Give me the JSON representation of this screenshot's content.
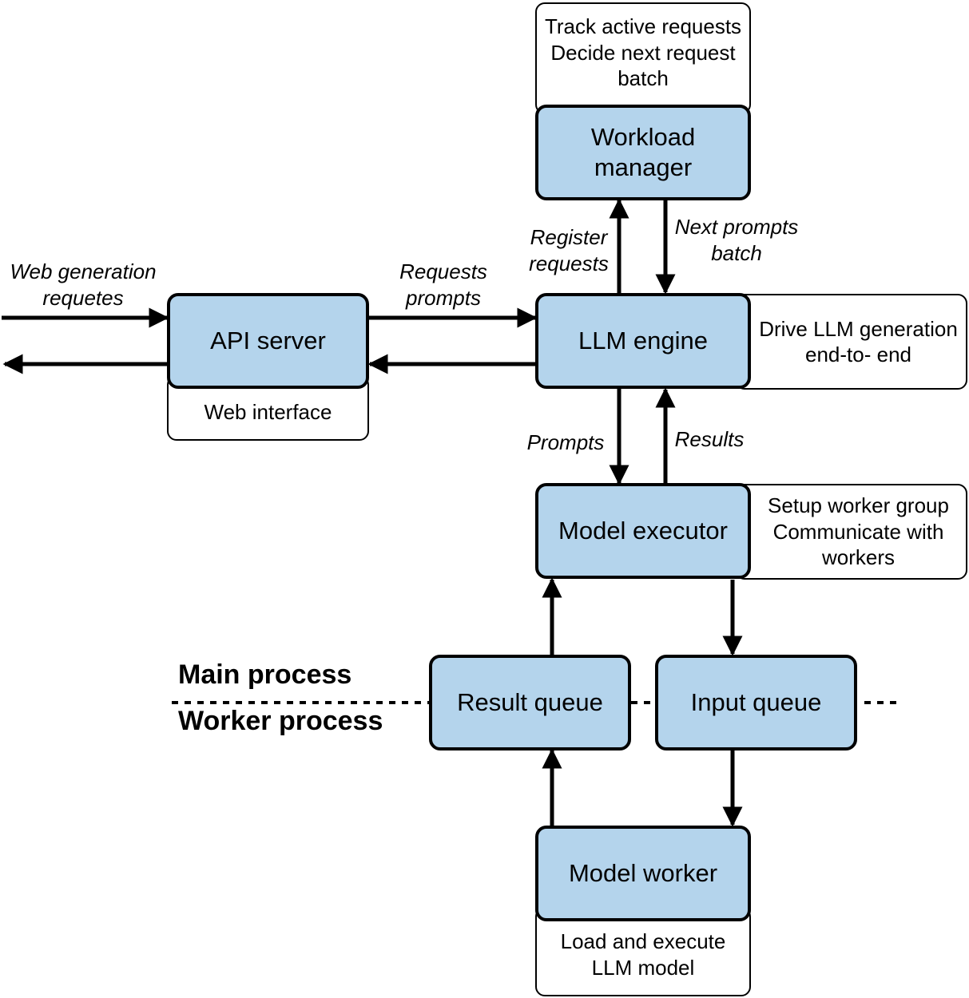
{
  "components": {
    "workload_manager": "Workload\nmanager",
    "api_server": "API server",
    "llm_engine": "LLM engine",
    "model_executor": "Model executor",
    "result_queue": "Result queue",
    "input_queue": "Input queue",
    "model_worker": "Model worker"
  },
  "notes": {
    "workload_manager": "Track active requests\nDecide next request\nbatch",
    "api_server": "Web interface",
    "llm_engine": "Drive LLM generation\nend-to- end",
    "model_executor": "Setup worker group\nCommunicate with\nworkers",
    "model_worker": "Load and execute\nLLM model"
  },
  "edge_labels": {
    "web_requests": "Web generation\nrequetes",
    "requests_prompts": "Requests\nprompts",
    "register_requests": "Register\nrequests",
    "next_prompts_batch": "Next prompts\nbatch",
    "prompts": "Prompts",
    "results": "Results"
  },
  "process_labels": {
    "main": "Main process",
    "worker": "Worker process"
  },
  "colors": {
    "box_fill": "#b4d4ec",
    "stroke": "#000000",
    "background": "#ffffff"
  }
}
